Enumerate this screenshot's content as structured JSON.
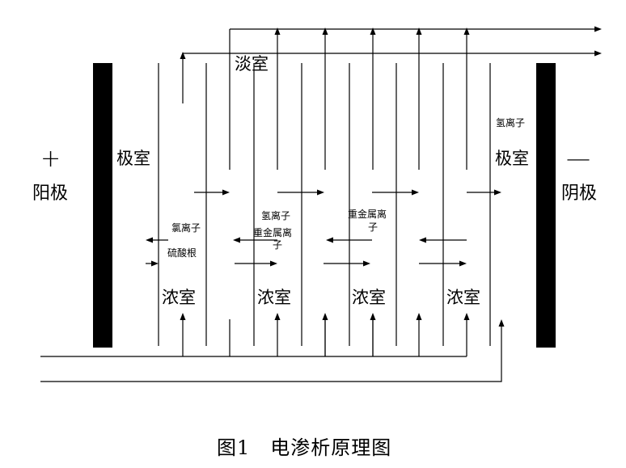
{
  "labels": {
    "plus": "+",
    "minus": "—",
    "anode": "阳极",
    "cathode": "阴极",
    "electrode_room_left": "极室",
    "electrode_room_right": "极室",
    "dilute_room": "淡室",
    "conc_room": "浓室",
    "ion_cl": "氯离子",
    "ion_h": "氢离子",
    "ion_sulfate": "硫酸根",
    "ion_heavy_metal_line1": "重金属离",
    "ion_heavy_metal_line2": "子",
    "caption": "图1　电渗析原理图"
  }
}
